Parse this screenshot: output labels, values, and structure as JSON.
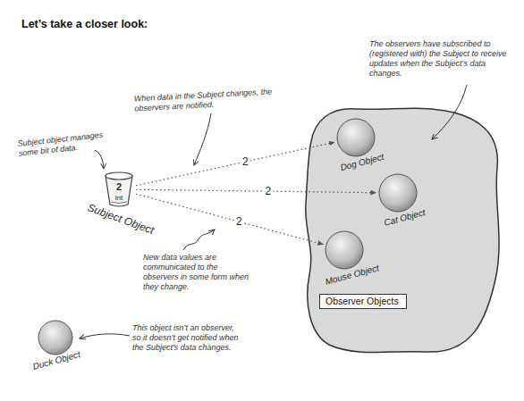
{
  "diagram": {
    "title": "Let’s take a closer look:",
    "nodes": [
      {
        "text": [
          "2",
          "int",
          "Subject Object"
        ]
      },
      {
        "text": [
          "Observer Objects"
        ]
      },
      {
        "text": [
          "Dog Object"
        ],
        "in": 1
      },
      {
        "text": [
          "Cat Object"
        ],
        "in": 1
      },
      {
        "text": [
          "Mouse Object"
        ],
        "in": 1
      },
      {
        "text": [
          "Duck Object"
        ]
      }
    ],
    "edges": [
      {
        "from": 0,
        "to": 2,
        "arrow": "to",
        "label": "2"
      },
      {
        "from": 0,
        "to": 3,
        "arrow": "to",
        "label": "2"
      },
      {
        "from": 0,
        "to": 4,
        "arrow": "to",
        "label": "2"
      }
    ],
    "labels": [
      "Subject object manages some bit of data.",
      "When data in the Subject changes, the observers are notified.",
      "The observers have subscribed to (registered with) the Subject to receive updates when the Subject’s data changes.",
      "New data values are communicated to the observers in some form when they change.",
      "This object isn’t an observer, so it doesn’t get notified when the Subject’s data changes."
    ]
  }
}
